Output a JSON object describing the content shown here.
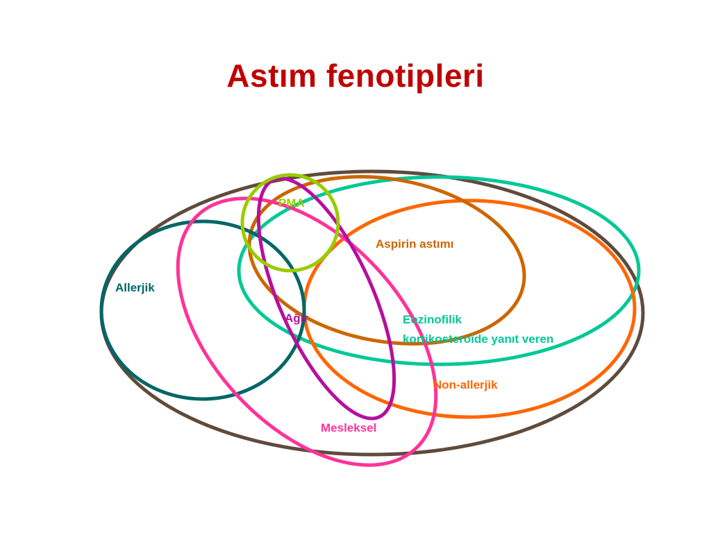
{
  "title": "Astım fenotipleri",
  "labels": {
    "pma": "PMA",
    "aspirin": "Aspirin astımı",
    "allerjik": "Allerjik",
    "agir": "Ağır",
    "eozinofilik_line1": "Eozinofilik",
    "eozinofilik_line2": "kortikosteroide yanıt veren",
    "non_allerjik": "Non-allerjik",
    "mesleksel": "Mesleksel"
  },
  "colors": {
    "title": "#c00000",
    "outer": "#5f4b3c",
    "pma": "#99cc00",
    "aspirin": "#cc6600",
    "allerjik": "#006666",
    "agir": "#b5109e",
    "eozinofilik": "#00c896",
    "non_allerjik": "#ff6600",
    "mesleksel": "#ff3399"
  }
}
